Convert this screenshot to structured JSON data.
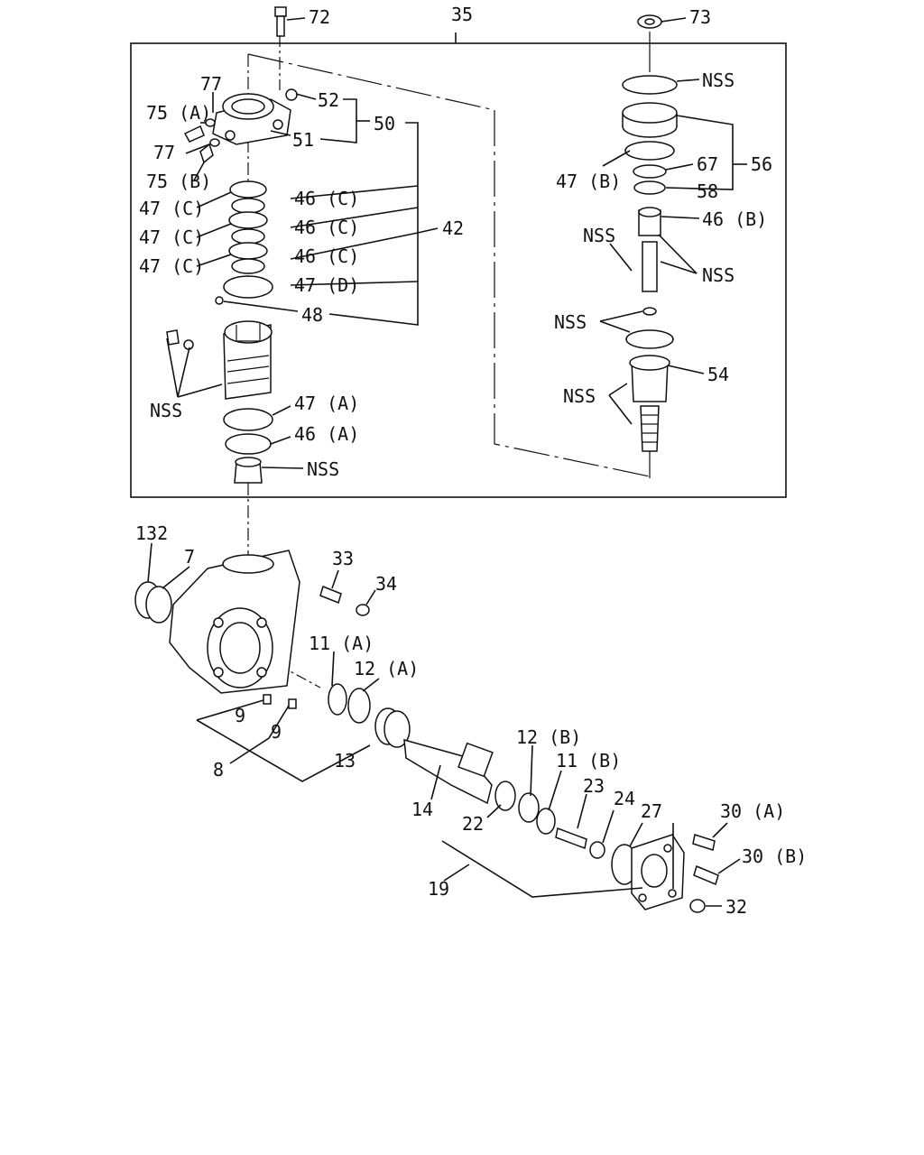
{
  "labels": {
    "p72": "72",
    "p35": "35",
    "p73": "73",
    "p77a": "77",
    "p52": "52",
    "p75a": "75 (A)",
    "p50": "50",
    "p51": "51",
    "p77b": "77",
    "p75b": "75 (B)",
    "p47c1": "47 (C)",
    "p46c1": "46 (C)",
    "p47c2": "47 (C)",
    "p46c2": "46 (C)",
    "p42": "42",
    "p47c3": "47 (C)",
    "p46c3": "46 (C)",
    "p47d": "47 (D)",
    "p48": "48",
    "nss_body": "NSS",
    "p47a": "47 (A)",
    "p46a": "46 (A)",
    "nss_bottom": "NSS",
    "nss_top": "NSS",
    "p56": "56",
    "p67": "67",
    "p47b": "47 (B)",
    "p58": "58",
    "p46b": "46 (B)",
    "nss_pin_left": "NSS",
    "nss_pin_right": "NSS",
    "nss_ball": "NSS",
    "p54": "54",
    "nss_nut": "NSS",
    "p132": "132",
    "p7": "7",
    "p33": "33",
    "p34": "34",
    "p11a": "11 (A)",
    "p12a": "12 (A)",
    "p9a": "9",
    "p9b": "9",
    "p8": "8",
    "p13": "13",
    "p14": "14",
    "p12b": "12 (B)",
    "p11b": "11 (B)",
    "p23": "23",
    "p24": "24",
    "p22": "22",
    "p27": "27",
    "p30a": "30 (A)",
    "p30b": "30 (B)",
    "p19": "19",
    "p32": "32"
  }
}
